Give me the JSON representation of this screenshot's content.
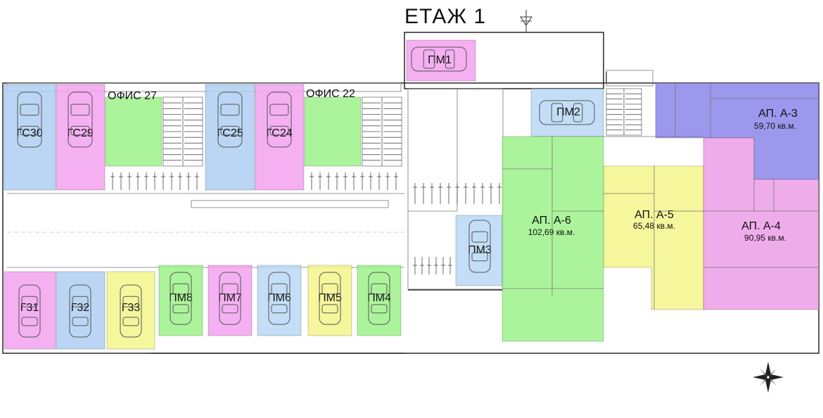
{
  "title": "ЕТАЖ 1",
  "colors": {
    "blue": "#aecff2",
    "pink": "#f2a2ee",
    "green": "#9cf28a",
    "yellow": "#f4f48c",
    "indigo": "#8b86ea",
    "magenta": "#ec9ee8",
    "lightblue": "#b8d8f4"
  },
  "units": {
    "gs30": "ГС30",
    "gs29": "ГС29",
    "office27": "ОФИС 27",
    "gs25": "ГС25",
    "gs24": "ГС24",
    "office22": "ОФИС 22",
    "pm1": "ПМ1",
    "pm2": "ПМ2",
    "pm3": "ПМ3",
    "g31": "Г31",
    "g32": "Г32",
    "g33": "Г33",
    "pm8": "ПМ8",
    "pm7": "ПМ7",
    "pm6": "ПМ6",
    "pm5": "ПМ5",
    "pm4": "ПМ4"
  },
  "apartments": {
    "a3": {
      "name": "АП. А-3",
      "area": "59,70 кв.м."
    },
    "a4": {
      "name": "АП. А-4",
      "area": "90,95 кв.м."
    },
    "a5": {
      "name": "АП. А-5",
      "area": "65,48 кв.м."
    },
    "a6": {
      "name": "АП. А-6",
      "area": "102,69 кв.м."
    }
  },
  "icons": [
    "north-arrow-icon",
    "compass-rose-icon",
    "car-icon",
    "staircase-icon"
  ]
}
